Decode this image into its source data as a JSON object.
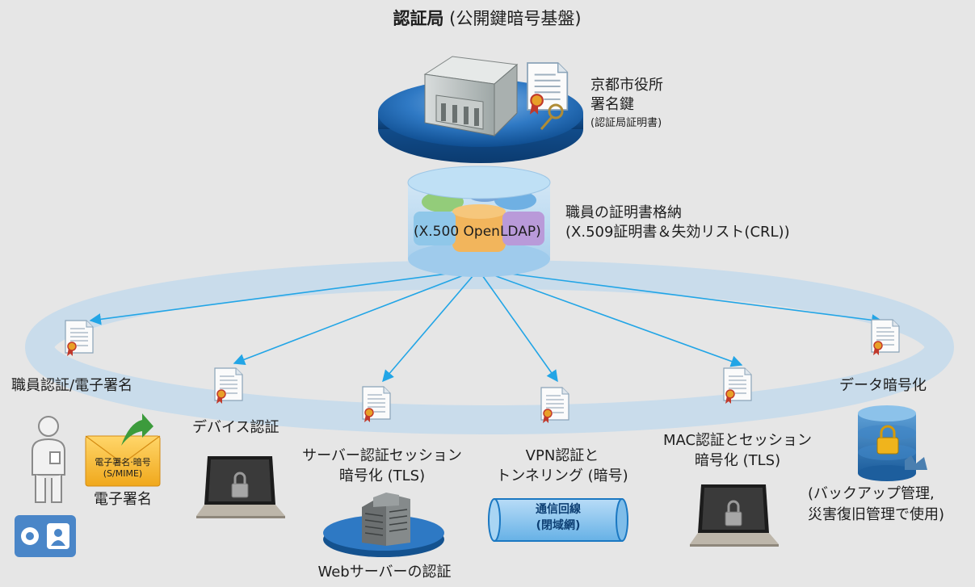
{
  "title": {
    "bold": "認証局",
    "rest": " (公開鍵暗号基盤)"
  },
  "ca": {
    "label_line1": "京都市役所",
    "label_line2": "署名鍵",
    "label_line3": "(認証局証明書)"
  },
  "directory": {
    "inner_label": "(X.500 OpenLDAP)",
    "label_line1": "職員の証明書格納",
    "label_line2": "(X.509証明書＆失効リスト(CRL))"
  },
  "uses": [
    {
      "label": "職員認証/電子署名"
    },
    {
      "label": "デバイス認証"
    },
    {
      "label_line1": "サーバー認証セッション",
      "label_line2": "暗号化 (TLS)"
    },
    {
      "label_line1": "VPN認証と",
      "label_line2": "トンネリング (暗号)"
    },
    {
      "label_line1": "MAC認証とセッション",
      "label_line2": "暗号化 (TLS)"
    },
    {
      "label": "データ暗号化"
    }
  ],
  "email": {
    "envelope_line1": "電子署名·暗号",
    "envelope_line2": "(S/MIME)",
    "caption": "電子署名"
  },
  "web": {
    "caption": "Webサーバーの認証"
  },
  "tunnel": {
    "line1": "通信回線",
    "line2": "(閉域網)"
  },
  "backup": {
    "line1": "(バックアップ管理,",
    "line2": "災害復旧管理で使用)"
  },
  "colors": {
    "arrow": "#22a5e6",
    "ring": "#c9dceb",
    "platform": "#1f6ab5",
    "background": "#e6e6e6"
  }
}
